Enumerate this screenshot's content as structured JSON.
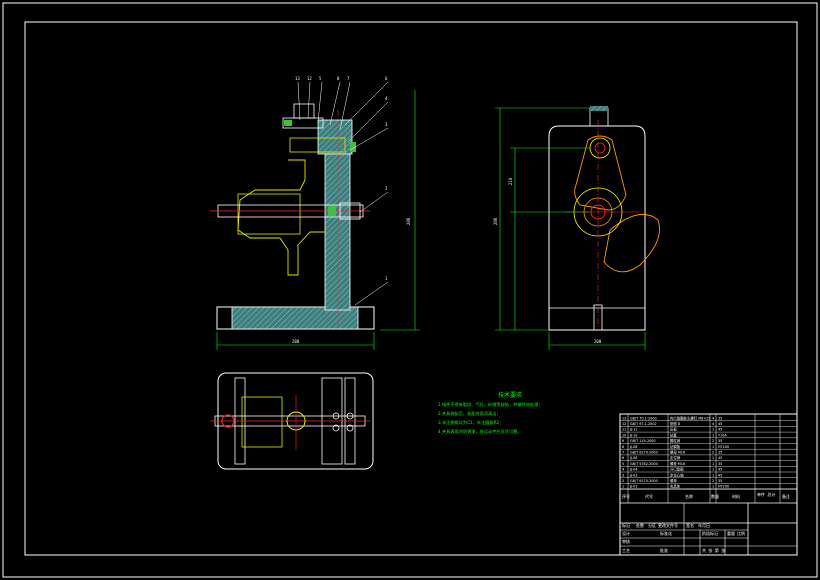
{
  "drawing": {
    "background": "#000000",
    "line_color": "#ffffff",
    "accent_colors": {
      "body_fill": "#4a8f8f",
      "center_line": "#ff2020",
      "hidden_line": "#ffff00",
      "dimension": "#00ff00",
      "note_text": "#00ff00",
      "part_orange": "#ff9900"
    }
  },
  "front_view": {
    "balloons": [
      "13",
      "12",
      "5",
      "8",
      "7",
      "6",
      "4",
      "3",
      "2",
      "1"
    ],
    "dim_width": "280",
    "dim_height": "286"
  },
  "side_view": {
    "dim_width": "200",
    "dim_height_outer": "286",
    "dim_height_inner": "210"
  },
  "notes": {
    "title": "技术要求",
    "lines": [
      "1.铸件不得有裂纹、气孔、砂眼等缺陷，并做时效处理；",
      "2.夹具装配后，各配合面须清洁；",
      "3.未注倒角均为C1，未注圆角R2；",
      "4.夹具表面涂防锈漆，各运动件应灵活可靠。"
    ]
  },
  "title_block": {
    "rows": [
      {
        "no": "13",
        "code": "GB/T 70.1-2000",
        "name": "内六角圆柱头螺钉 M8×25",
        "qty": "4",
        "material": "35",
        "note": ""
      },
      {
        "no": "12",
        "code": "GB/T 97.1-2002",
        "name": "垫圈 8",
        "qty": "4",
        "material": "45",
        "note": ""
      },
      {
        "no": "11",
        "code": "JJ-11",
        "name": "压板",
        "qty": "1",
        "material": "45",
        "note": ""
      },
      {
        "no": "10",
        "code": "JJ-10",
        "name": "钻套",
        "qty": "1",
        "material": "T10A",
        "note": ""
      },
      {
        "no": "9",
        "code": "GB/T 119-2000",
        "name": "圆柱销",
        "qty": "2",
        "material": "35",
        "note": ""
      },
      {
        "no": "8",
        "code": "JJ-08",
        "name": "钻模板",
        "qty": "1",
        "material": "HT200",
        "note": ""
      },
      {
        "no": "7",
        "code": "GB/T 6170-2000",
        "name": "螺母 M16",
        "qty": "2",
        "material": "35",
        "note": ""
      },
      {
        "no": "6",
        "code": "JJ-06",
        "name": "定位销",
        "qty": "1",
        "material": "45",
        "note": ""
      },
      {
        "no": "5",
        "code": "GB/T 5782-2000",
        "name": "螺栓 M16",
        "qty": "1",
        "material": "35",
        "note": ""
      },
      {
        "no": "4",
        "code": "JJ-04",
        "name": "开口垫圈",
        "qty": "1",
        "material": "45",
        "note": ""
      },
      {
        "no": "3",
        "code": "JJ-03",
        "name": "定位心轴",
        "qty": "1",
        "material": "45",
        "note": ""
      },
      {
        "no": "2",
        "code": "GB/T 6170-2000",
        "name": "螺母",
        "qty": "2",
        "material": "35",
        "note": ""
      },
      {
        "no": "1",
        "code": "JJ-01",
        "name": "夹具体",
        "qty": "1",
        "material": "HT200",
        "note": ""
      }
    ],
    "header": {
      "no": "序号",
      "code": "代号",
      "name": "名称",
      "qty": "数量",
      "material": "材料",
      "weight": "单件 总计",
      "note": "备注"
    },
    "footer": {
      "mark": "标记",
      "count": "处数",
      "zone": "分区",
      "change_no": "更改文件号",
      "sign": "签名",
      "date": "年月日",
      "design": "设计",
      "standard": "标准化",
      "stage": "阶段标记",
      "weight": "重量",
      "scale": "比例",
      "review": "审核",
      "process": "工艺",
      "approve": "批准",
      "sheet": "共 张 第 张"
    }
  }
}
